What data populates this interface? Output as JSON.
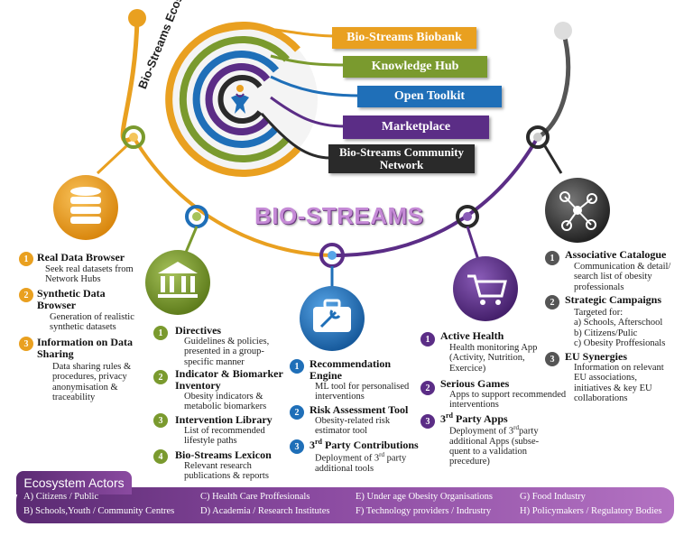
{
  "hub": {
    "ecosystem_label": "Bio-Streams Ecosystem",
    "brand": "BIO-STREAMS",
    "banners": [
      {
        "label": "Bio-Streams Biobank",
        "color": "#e9a020"
      },
      {
        "label": "Knowledge Hub",
        "color": "#7a9a2e"
      },
      {
        "label": "Open Toolkit",
        "color": "#1f6fb8"
      },
      {
        "label": "Marketplace",
        "color": "#5b2d86"
      },
      {
        "label": "Bio-Streams Community Network",
        "color": "#2a2a2a"
      }
    ]
  },
  "colors": {
    "orange": "#e9a020",
    "green": "#7a9a2e",
    "blue": "#1f6fb8",
    "purple": "#5b2d86",
    "dark": "#2a2a2a"
  },
  "icons": [
    "database-icon",
    "institution-icon",
    "toolbox-icon",
    "cart-icon",
    "network-icon"
  ],
  "biobank": {
    "items": [
      {
        "num": "1",
        "title": "Real Data Browser",
        "desc": "Seek real datasets from Network Hubs"
      },
      {
        "num": "2",
        "title": "Synthetic Data Browser",
        "desc": "Generation of realistic synthetic datasets"
      },
      {
        "num": "3",
        "title": "Information on Data Sharing",
        "desc": "Data sharing rules & procedures, privacy anonymisation & traceability"
      }
    ]
  },
  "knowledge": {
    "items": [
      {
        "num": "1",
        "title": "Directives",
        "desc": "Guidelines & policies, presented in a group-specific manner"
      },
      {
        "num": "2",
        "title": "Indicator & Biomarker Inventory",
        "desc": "Obesity indicators & metabolic biomarkers"
      },
      {
        "num": "3",
        "title": "Intervention Library",
        "desc": "List of recommended lifestyle paths"
      },
      {
        "num": "4",
        "title": "Bio-Streams Lexicon",
        "desc": "Relevant research publications & reports"
      }
    ]
  },
  "toolkit": {
    "items": [
      {
        "num": "1",
        "title": "Recommendation Engine",
        "desc": "ML tool for personalised interventions"
      },
      {
        "num": "2",
        "title": "Risk Assessment Tool",
        "desc": "Obesity-related risk estimator tool"
      },
      {
        "num": "3",
        "title_base": "3",
        "title_sup": "rd",
        "title_rest": " Party Contributions",
        "desc_pre": "Deployment of 3",
        "desc_sup": "rd",
        "desc_post": " party additional tools"
      }
    ]
  },
  "marketplace": {
    "items": [
      {
        "num": "1",
        "title": "Active Health",
        "desc": "Health monitoring App (Activity, Nutrition, Exercice)"
      },
      {
        "num": "2",
        "title": "Serious Games",
        "desc": "Apps to support recommended interventions"
      },
      {
        "num": "3",
        "title_base": "3",
        "title_sup": "rd",
        "title_rest": " Party Apps",
        "desc_pre": "Deployment of 3",
        "desc_sup": "rd",
        "desc_post": "party additional Apps (subse-quent to a validation precedure)"
      }
    ]
  },
  "community": {
    "items": [
      {
        "num": "1",
        "title": "Associative Catalogue",
        "desc": "Communication & detail/ search list of obesity professionals"
      },
      {
        "num": "2",
        "title": "Strategic Campaigns",
        "desc_lines": [
          "Targeted for:",
          "a) Schools, Afterschool",
          "b) Citizens/Pulic",
          "c) Obesity Proffesionals"
        ]
      },
      {
        "num": "3",
        "title": "EU Synergies",
        "desc": "Information on relevant EU associations, initiatives & key EU collaborations"
      }
    ]
  },
  "actors": {
    "title": "Ecosystem Actors",
    "items": [
      "A) Citizens / Public",
      "B) Schools,Youth / Community Centres",
      "C) Health Care Proffesionals",
      "D) Academia / Research Institutes",
      "E) Under age Obesity Organisations",
      "F) Technology providers / Indrustry",
      "G) Food Industry",
      "H) Policymakers / Regulatory Bodies"
    ]
  }
}
